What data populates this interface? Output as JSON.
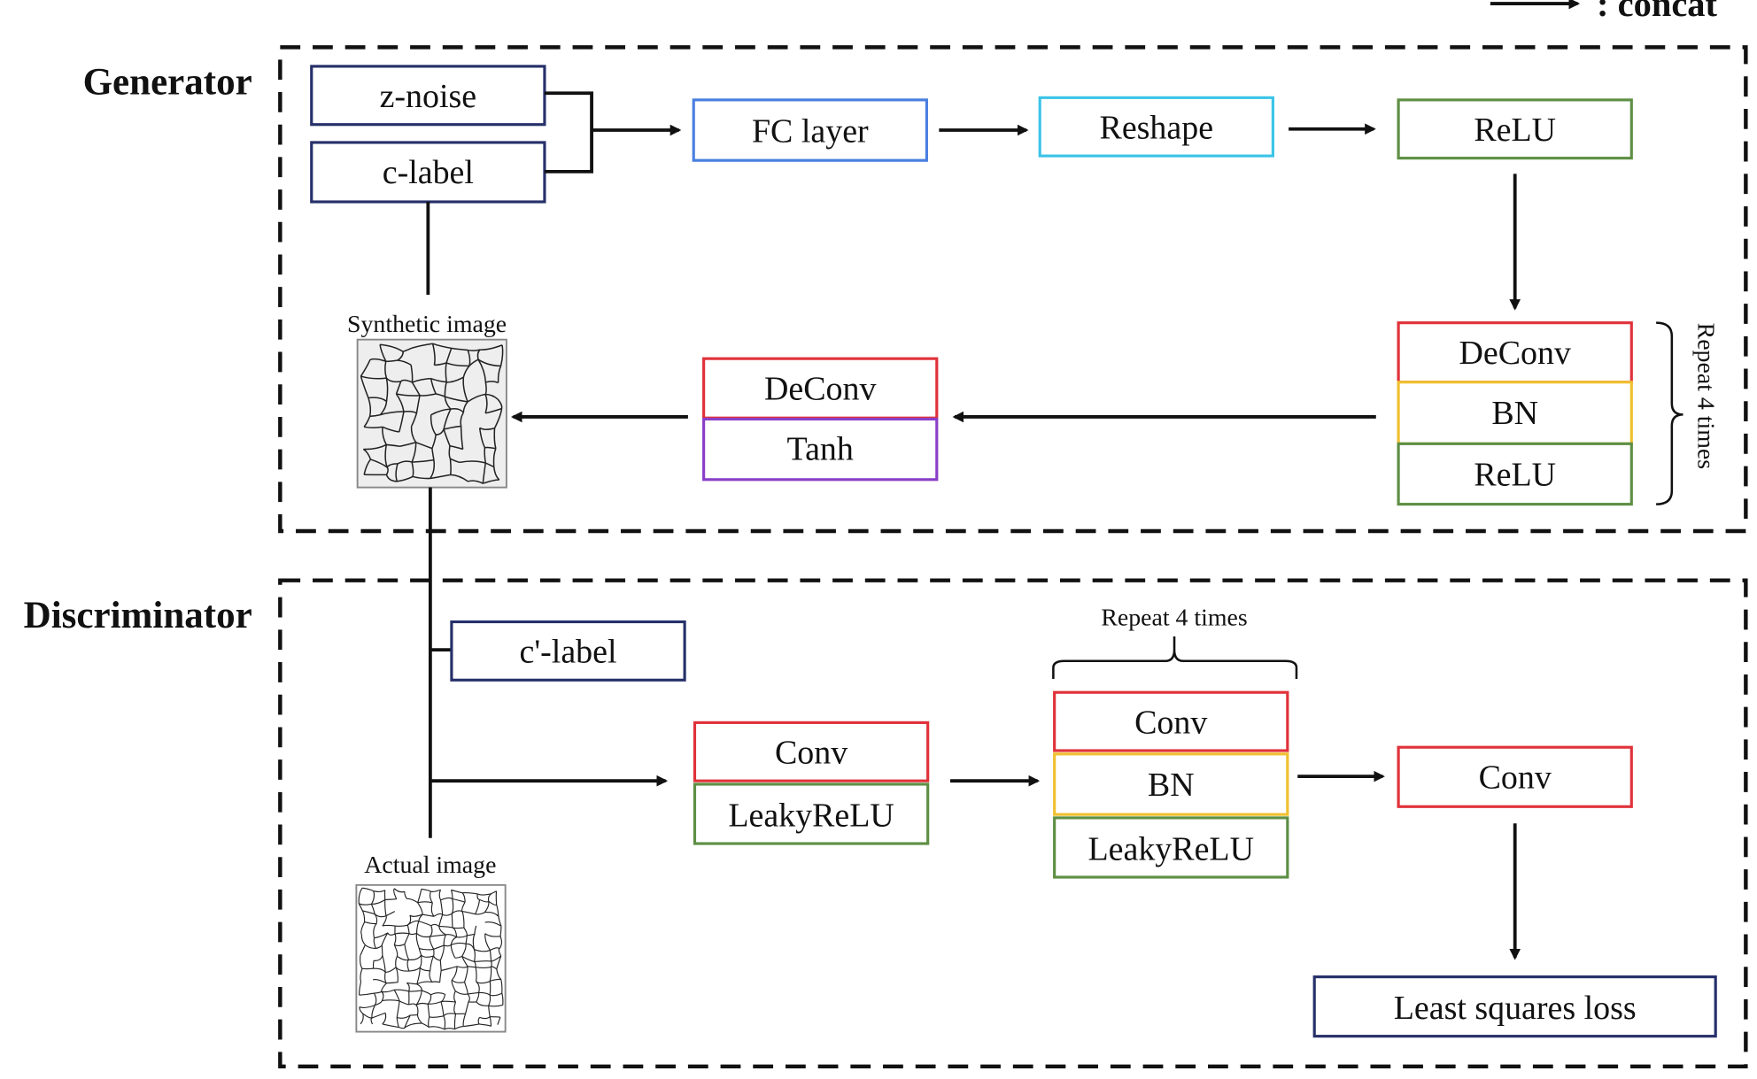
{
  "legend": {
    "label": ": concat"
  },
  "colors": {
    "navy": "#26306a",
    "blue": "#4a7fe0",
    "cyan": "#3cc4e8",
    "green": "#5e8f44",
    "red": "#e0323a",
    "yellow": "#f0c030",
    "purple": "#8a3fc8"
  },
  "generator": {
    "label": "Generator",
    "z_noise": "z-noise",
    "c_label": "c-label",
    "fc_layer": "FC layer",
    "reshape": "Reshape",
    "relu": "ReLU",
    "repeat_block": {
      "deconv": "DeConv",
      "bn": "BN",
      "relu": "ReLU",
      "repeat_label": "Repeat 4 times"
    },
    "output_block": {
      "deconv": "DeConv",
      "tanh": "Tanh"
    },
    "synthetic_image_label": "Synthetic image"
  },
  "discriminator": {
    "label": "Discriminator",
    "c_prime_label": "c'-label",
    "first_block": {
      "conv": "Conv",
      "leaky_relu": "LeakyReLU"
    },
    "repeat_block": {
      "repeat_label": "Repeat 4 times",
      "conv": "Conv",
      "bn": "BN",
      "leaky_relu": "LeakyReLU"
    },
    "final_conv": "Conv",
    "loss": "Least squares loss",
    "actual_image_label": "Actual image"
  }
}
